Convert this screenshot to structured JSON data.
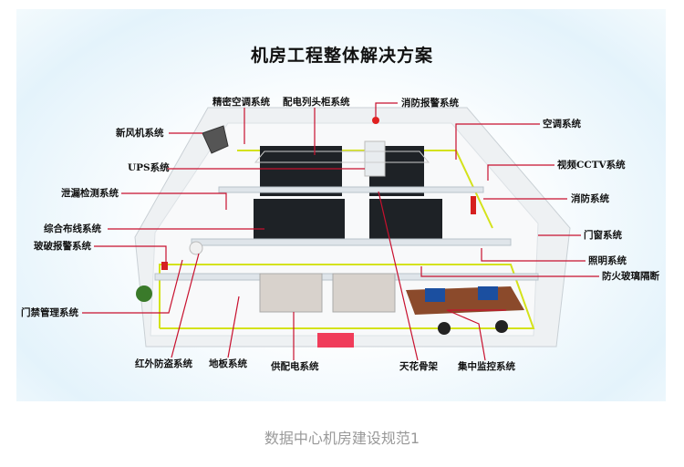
{
  "title": "机房工程整体解决方案",
  "labels": {
    "precision_ac": "精密空调系统",
    "pdu_cabinet": "配电列头柜系统",
    "fire_alarm": "消防报警系统",
    "fresh_air": "新风机系统",
    "ac": "空调系统",
    "ups": "UPS系统",
    "cctv": "视频CCTV系统",
    "leak_detection": "泄漏检测系统",
    "fire_protection": "消防系统",
    "cabling": "综合布线系统",
    "door_window": "门窗系统",
    "glass_break": "玻破报警系统",
    "lighting": "照明系统",
    "fire_glass": "防火玻璃隔断",
    "access_control": "门禁管理系统",
    "infrared": "红外防盗系统",
    "floor": "地板系统",
    "power_supply": "供配电系统",
    "ceiling": "天花骨架",
    "monitoring": "集中监控系统"
  },
  "caption": "数据中心机房建设规范1",
  "colors": {
    "leader": "#c8102e",
    "accent_yellow": "#d4e21a",
    "rack": "#1e2226"
  }
}
